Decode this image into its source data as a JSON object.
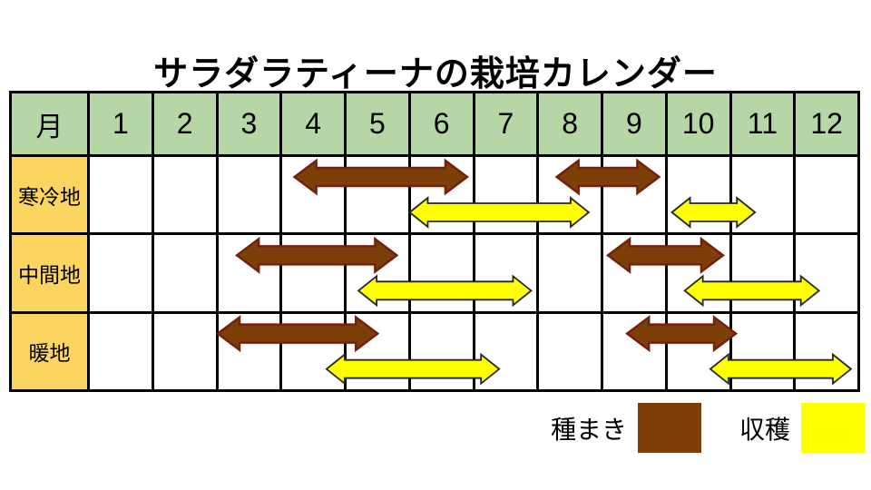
{
  "title": "サラダラティーナの栽培カレンダー",
  "table": {
    "corner_label": "月",
    "months": [
      "1",
      "2",
      "3",
      "4",
      "5",
      "6",
      "7",
      "8",
      "9",
      "10",
      "11",
      "12"
    ],
    "rows": [
      {
        "label": "寒冷地"
      },
      {
        "label": "中間地"
      },
      {
        "label": "暖地"
      }
    ]
  },
  "legend": {
    "items": [
      {
        "label": "種まき",
        "color": "#7B3F07"
      },
      {
        "label": "収穫",
        "color": "#FFFF00"
      }
    ]
  },
  "colors": {
    "header_bg": "#B5D7A5",
    "region_bg": "#FBD560",
    "grid_line": "#000000",
    "sowing_fill": "#7B3F07",
    "sowing_stroke": "#74200E",
    "harvest_fill": "#FFFF00",
    "harvest_stroke": "#262626"
  },
  "chart_data": {
    "type": "table",
    "title": "サラダラティーナの栽培カレンダー",
    "x_axis": {
      "label": "月",
      "ticks": [
        "1",
        "2",
        "3",
        "4",
        "5",
        "6",
        "7",
        "8",
        "9",
        "10",
        "11",
        "12"
      ],
      "range": [
        1,
        13
      ]
    },
    "rows": [
      {
        "region": "寒冷地",
        "sowing_spans": [
          {
            "start": 4.2,
            "end": 6.9
          },
          {
            "start": 8.3,
            "end": 9.9
          }
        ],
        "harvest_spans": [
          {
            "start": 6.0,
            "end": 8.8
          },
          {
            "start": 10.1,
            "end": 11.4
          }
        ]
      },
      {
        "region": "中間地",
        "sowing_spans": [
          {
            "start": 3.3,
            "end": 5.8
          },
          {
            "start": 9.1,
            "end": 10.9
          }
        ],
        "harvest_spans": [
          {
            "start": 5.2,
            "end": 7.9
          },
          {
            "start": 10.3,
            "end": 12.4
          }
        ]
      },
      {
        "region": "暖地",
        "sowing_spans": [
          {
            "start": 3.0,
            "end": 5.5
          },
          {
            "start": 9.4,
            "end": 11.1
          }
        ],
        "harvest_spans": [
          {
            "start": 4.7,
            "end": 7.4
          },
          {
            "start": 10.7,
            "end": 12.9
          }
        ]
      }
    ],
    "legend": [
      {
        "label": "種まき",
        "color": "#7B3F07"
      },
      {
        "label": "収穫",
        "color": "#FFFF00"
      }
    ],
    "span_units": "month-axis positions (integer n = start of month n column)"
  }
}
